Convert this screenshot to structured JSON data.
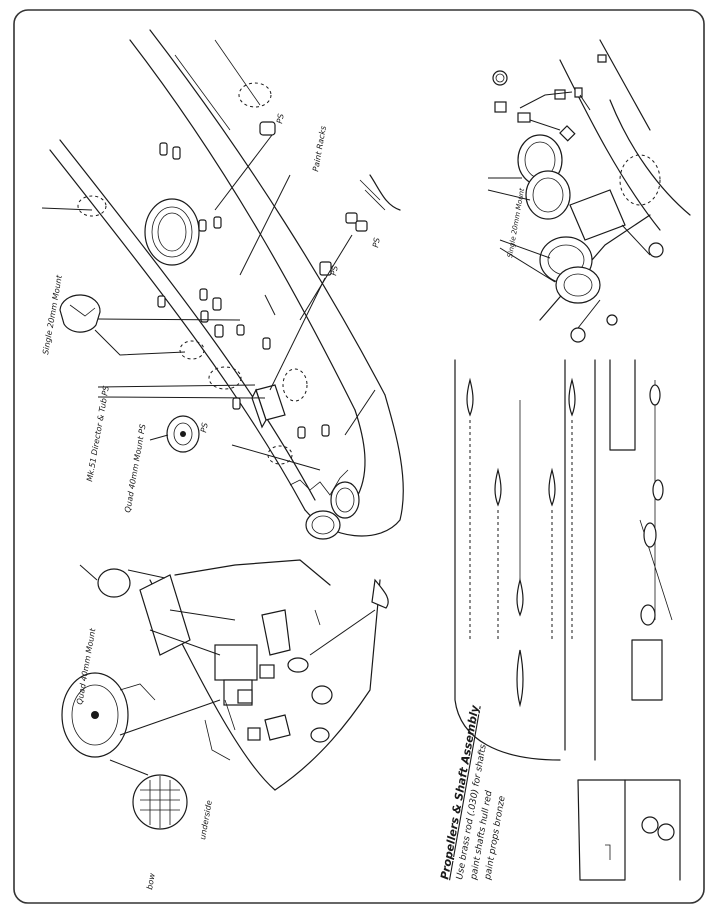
{
  "sheet": {
    "colors": {
      "ink": "#1a1a1a",
      "paper": "#ffffff",
      "frame": "#333333"
    }
  },
  "labels": {
    "quad_40mm_mount": "Quad 40mm Mount",
    "underside": "underside",
    "bow": "bow",
    "single_20mm_mount_left": "Single 20mm Mount",
    "single_20mm_mount_right": "Single 20mm Mount",
    "quad_40mm_mount_ps": "Quad 40mm Mount PS",
    "mk51_director_tub": "Mk.51 Director & Tub PS",
    "paint_racks": "Paint Racks",
    "ps_1": "PS",
    "ps_2": "PS",
    "ps_3": "PS",
    "ps_4": "PS"
  },
  "notes": {
    "title": "Propellers & Shaft Assembly",
    "line1": "Use brass rod (.030) for shafts",
    "line2": "paint shafts hull red",
    "line3": "paint props bronze"
  }
}
